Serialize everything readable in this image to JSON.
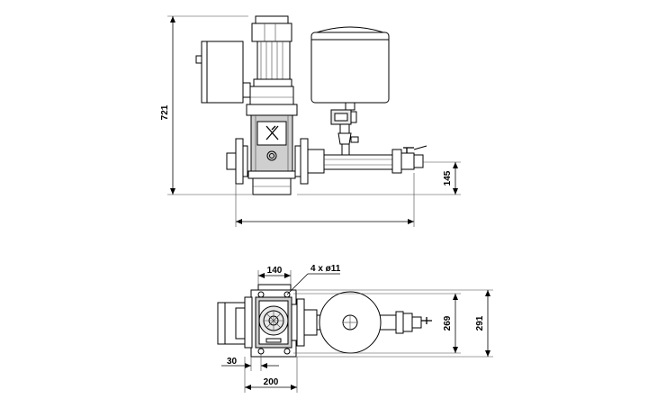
{
  "side_view": {
    "dim_height": "721",
    "dim_inlet_height": "145"
  },
  "top_view": {
    "dim_foot_width": "140",
    "dim_holes": "4 x ø11",
    "dim_depth_inner": "269",
    "dim_depth_outer": "291",
    "dim_offset": "30",
    "dim_width": "200"
  }
}
